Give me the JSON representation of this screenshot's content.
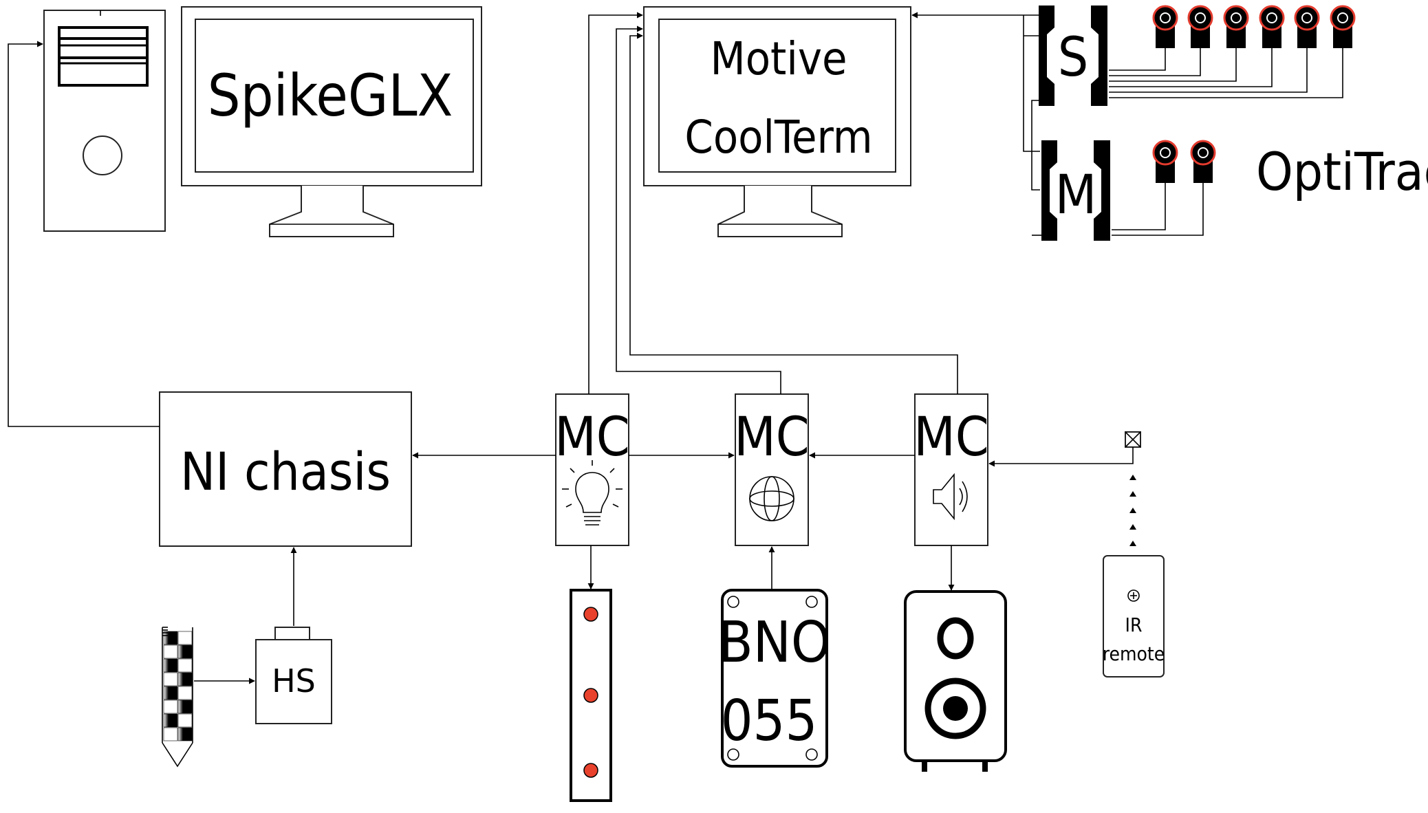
{
  "labels": {
    "spikeglx": "SpikeGLX",
    "motive": "Motive",
    "coolterm": "CoolTerm",
    "optitrack": "OptiTrack",
    "optitrack_s": "S",
    "optitrack_m": "M",
    "ni_chassis": "NI  chasis",
    "mc": "MC",
    "hs": "HS",
    "bno_line1": "BNO",
    "bno_line2": "055",
    "ir_line1": "IR",
    "ir_line2": "remote"
  },
  "colors": {
    "stroke": "#000000",
    "led_red": "#e8412c",
    "camera_ring": "#e33b2e"
  },
  "icons": [
    "light-bulb-icon",
    "gyroscope-icon",
    "speaker-icon",
    "ir-receiver-icon",
    "camera-icon"
  ]
}
